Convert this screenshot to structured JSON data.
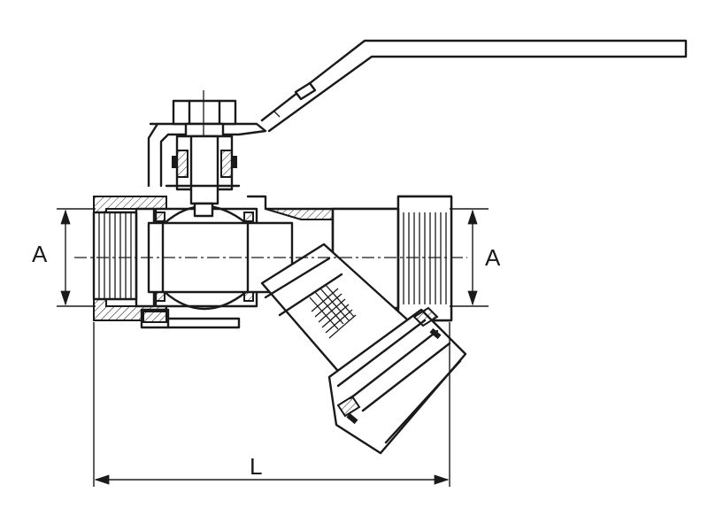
{
  "labels": {
    "left_dimension": "A",
    "right_dimension": "A",
    "length_dimension": "L"
  },
  "colors": {
    "line": "#1a1a1a",
    "background": "#ffffff"
  }
}
